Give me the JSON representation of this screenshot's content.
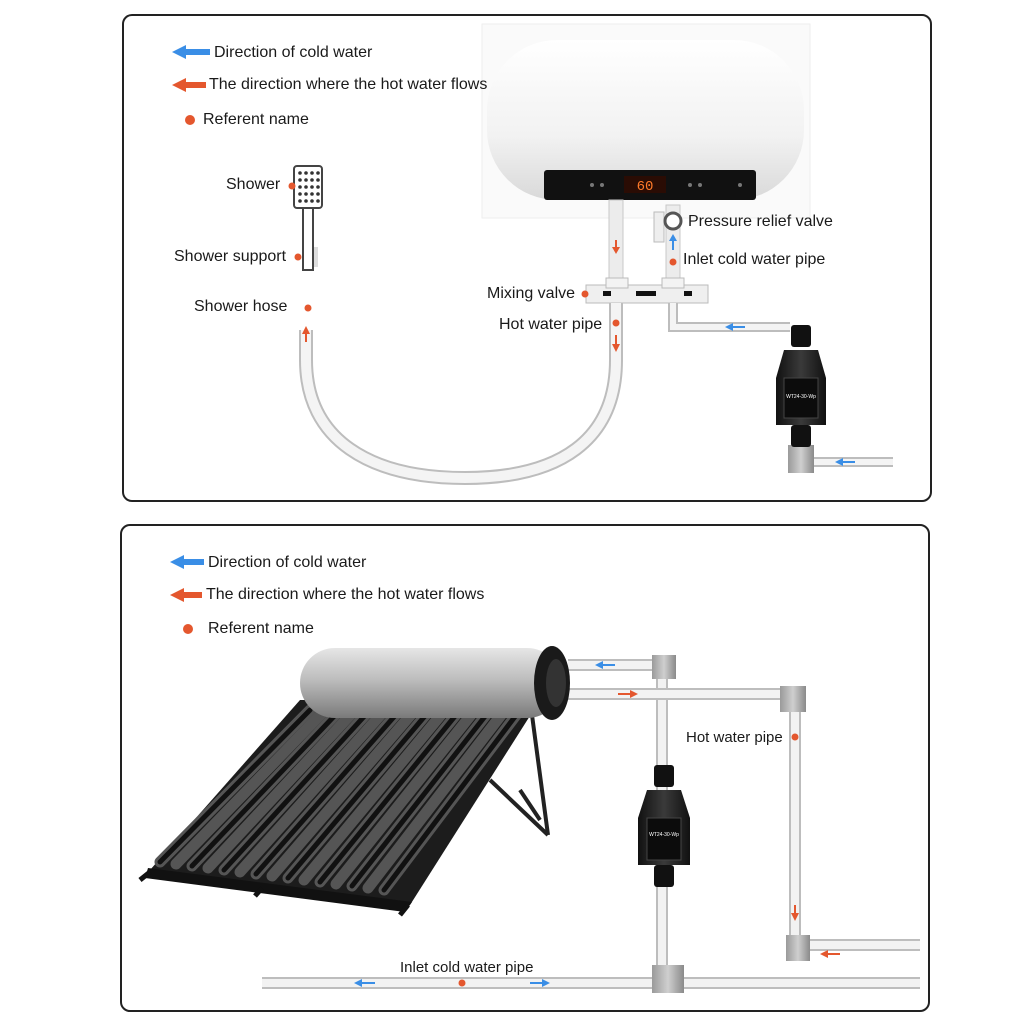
{
  "top_panel": {
    "legend": {
      "cold": "Direction of cold water",
      "hot": "The direction where the hot water flows",
      "referent": "Referent name"
    },
    "heater_display": "60",
    "labels": {
      "shower": "Shower",
      "shower_support": "Shower support",
      "shower_hose": "Shower hose",
      "pressure_relief_valve": "Pressure relief valve",
      "inlet_cold_water_pipe": "Inlet cold water pipe",
      "mixing_valve": "Mixing valve",
      "hot_water_pipe": "Hot water pipe"
    },
    "pump_model": "WT24-30-Wp"
  },
  "bottom_panel": {
    "legend": {
      "cold": "Direction of cold water",
      "hot": "The direction where the hot water flows",
      "referent": "Referent name"
    },
    "labels": {
      "hot_water_pipe": "Hot water pipe",
      "inlet_cold_water_pipe": "Inlet cold water pipe"
    },
    "pump_model": "WT24-30-Wp"
  },
  "colors": {
    "cold_arrow": "#3a8ee6",
    "hot_arrow": "#e4572e",
    "referent_dot": "#e4572e",
    "pipe": "#d8d8d8",
    "border": "#222222"
  }
}
